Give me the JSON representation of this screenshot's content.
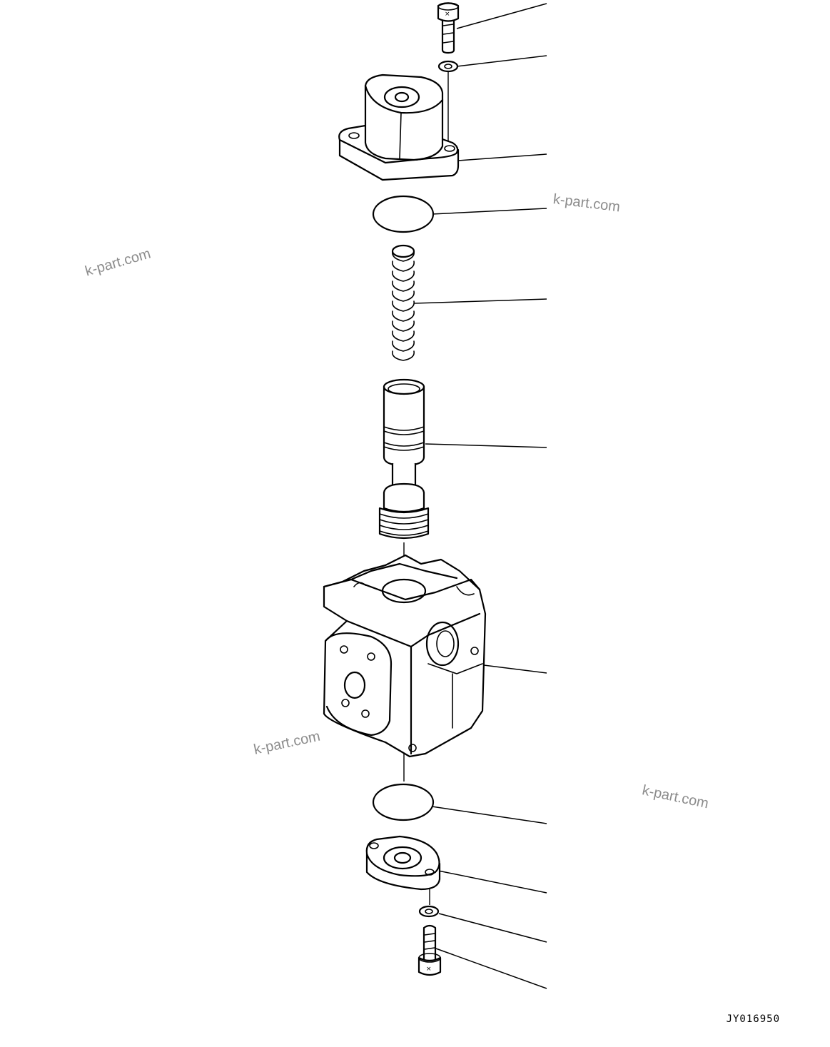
{
  "watermarks": [
    "k-part.com",
    "k-part.com",
    "k-part.com",
    "k-part.com"
  ],
  "drawing_code": "JY016950",
  "parts": [
    {
      "id": "bolt-top"
    },
    {
      "id": "washer-top"
    },
    {
      "id": "cover-top"
    },
    {
      "id": "o-ring-top"
    },
    {
      "id": "spring"
    },
    {
      "id": "spool"
    },
    {
      "id": "valve-body"
    },
    {
      "id": "o-ring-bottom"
    },
    {
      "id": "cover-bottom"
    },
    {
      "id": "washer-bottom"
    },
    {
      "id": "bolt-bottom"
    }
  ]
}
